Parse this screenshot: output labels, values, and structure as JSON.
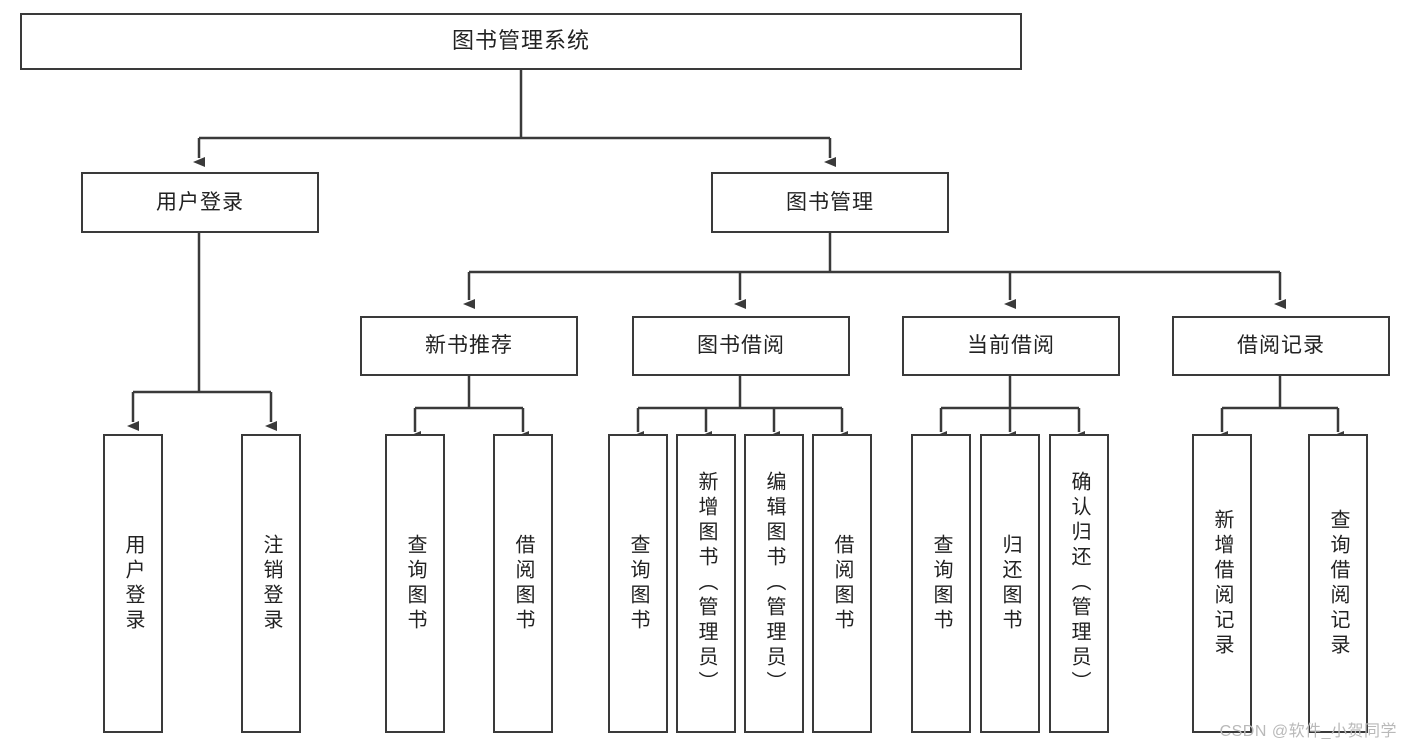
{
  "diagram": {
    "title": "图书管理系统",
    "type": "tree-hierarchy-diagram",
    "root": {
      "label": "图书管理系统"
    },
    "level2": [
      {
        "label": "用户登录"
      },
      {
        "label": "图书管理"
      }
    ],
    "level3": [
      {
        "label": "新书推荐"
      },
      {
        "label": "图书借阅"
      },
      {
        "label": "当前借阅"
      },
      {
        "label": "借阅记录"
      }
    ],
    "leaves": {
      "user_login": [
        {
          "label": "用户登录"
        },
        {
          "label": "注销登录"
        }
      ],
      "new_book_recommend": [
        {
          "label": "查询图书"
        },
        {
          "label": "借阅图书"
        }
      ],
      "book_borrow": [
        {
          "label": "查询图书"
        },
        {
          "label": "新增图书（管理员）"
        },
        {
          "label": "编辑图书（管理员）"
        },
        {
          "label": "借阅图书"
        }
      ],
      "current_borrow": [
        {
          "label": "查询图书"
        },
        {
          "label": "归还图书"
        },
        {
          "label": "确认归还（管理员）"
        }
      ],
      "borrow_record": [
        {
          "label": "新增借阅记录"
        },
        {
          "label": "查询借阅记录"
        }
      ]
    }
  },
  "watermark": {
    "text": "CSDN @软件_小贺同学"
  },
  "colors": {
    "border": "#3a3a3a",
    "text": "#222222",
    "background": "#ffffff",
    "watermark": "#b9b9b9"
  }
}
